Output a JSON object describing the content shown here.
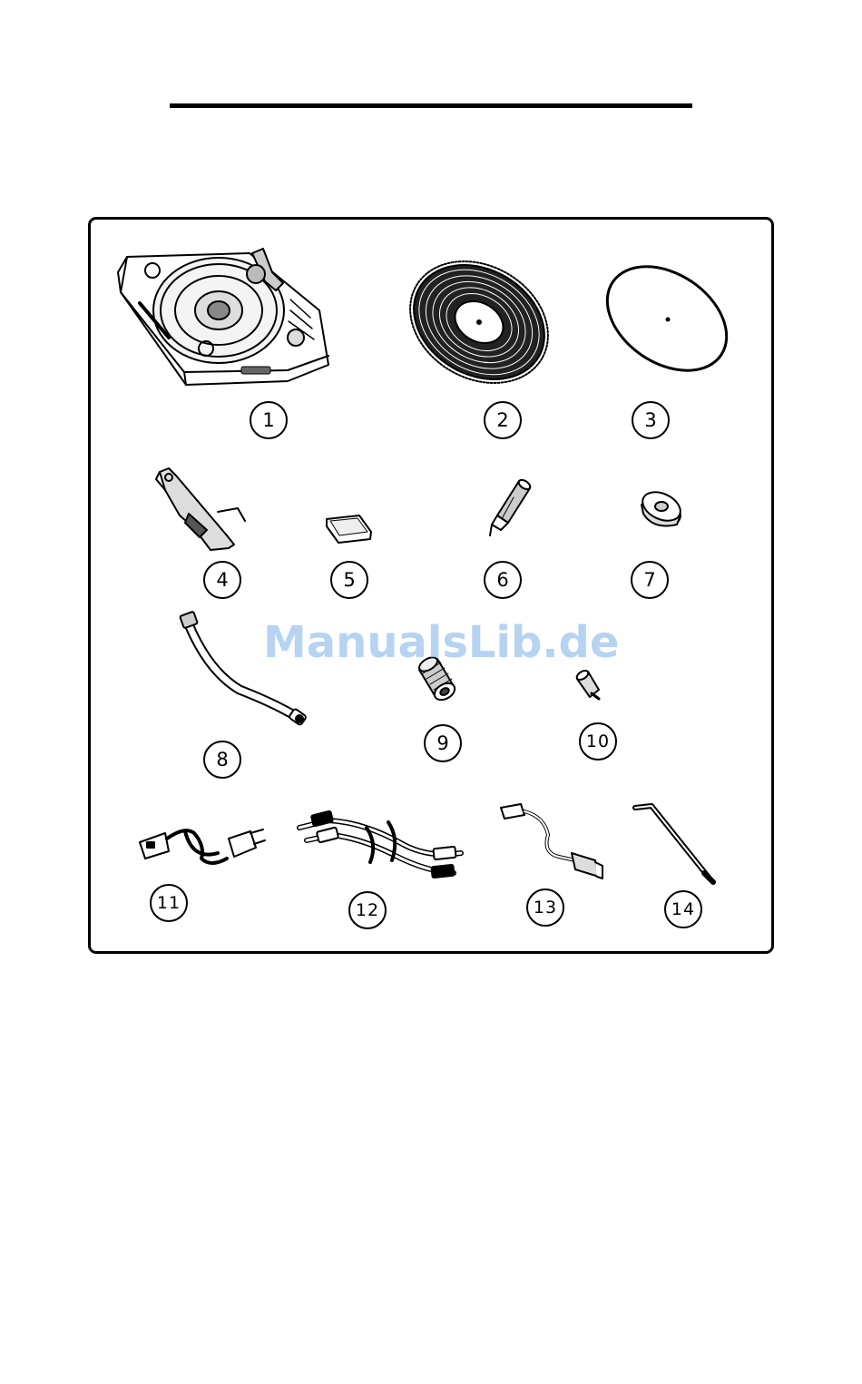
{
  "items": [
    {
      "label": "1"
    },
    {
      "label": "2"
    },
    {
      "label": "3"
    },
    {
      "label": "4"
    },
    {
      "label": "5"
    },
    {
      "label": "6"
    },
    {
      "label": "7"
    },
    {
      "label": "8"
    },
    {
      "label": "9"
    },
    {
      "label": "10"
    },
    {
      "label": "11"
    },
    {
      "label": "12"
    },
    {
      "label": "13"
    },
    {
      "label": "14"
    }
  ],
  "watermark": "ManualsLib.de"
}
